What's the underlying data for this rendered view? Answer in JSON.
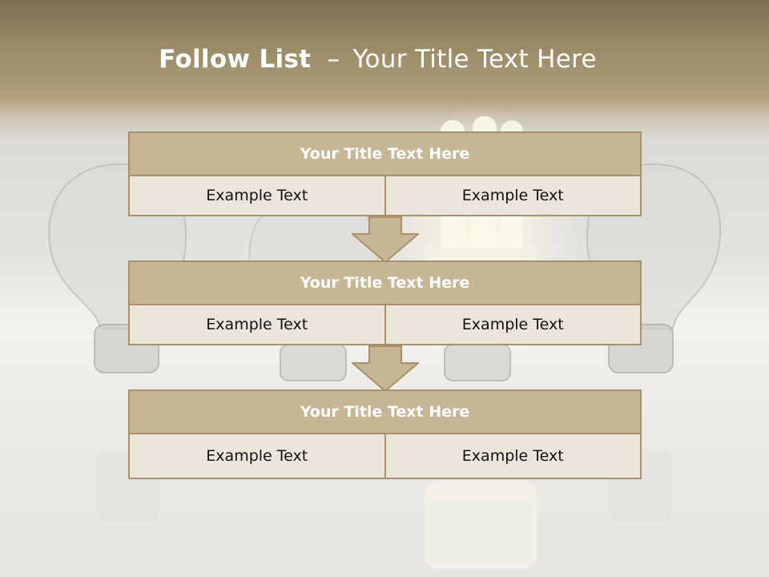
{
  "slide": {
    "title_bold": "Follow List",
    "title_sep": "–",
    "title_rest": "Your Title Text Here"
  },
  "blocks": [
    {
      "header": "Your Title Text Here",
      "cells": [
        "Example Text",
        "Example Text"
      ]
    },
    {
      "header": "Your Title Text Here",
      "cells": [
        "Example Text",
        "Example Text"
      ]
    },
    {
      "header": "Your Title Text Here",
      "cells": [
        "Example Text",
        "Example Text"
      ]
    }
  ],
  "arrows": [
    "down-arrow-icon",
    "down-arrow-icon"
  ],
  "colors": {
    "header_fill": "#c7b696",
    "border": "#a8916a",
    "cell_fill": "#ebe5dc",
    "arrow_fill": "#c7b696",
    "top_band": "#7c7052"
  }
}
